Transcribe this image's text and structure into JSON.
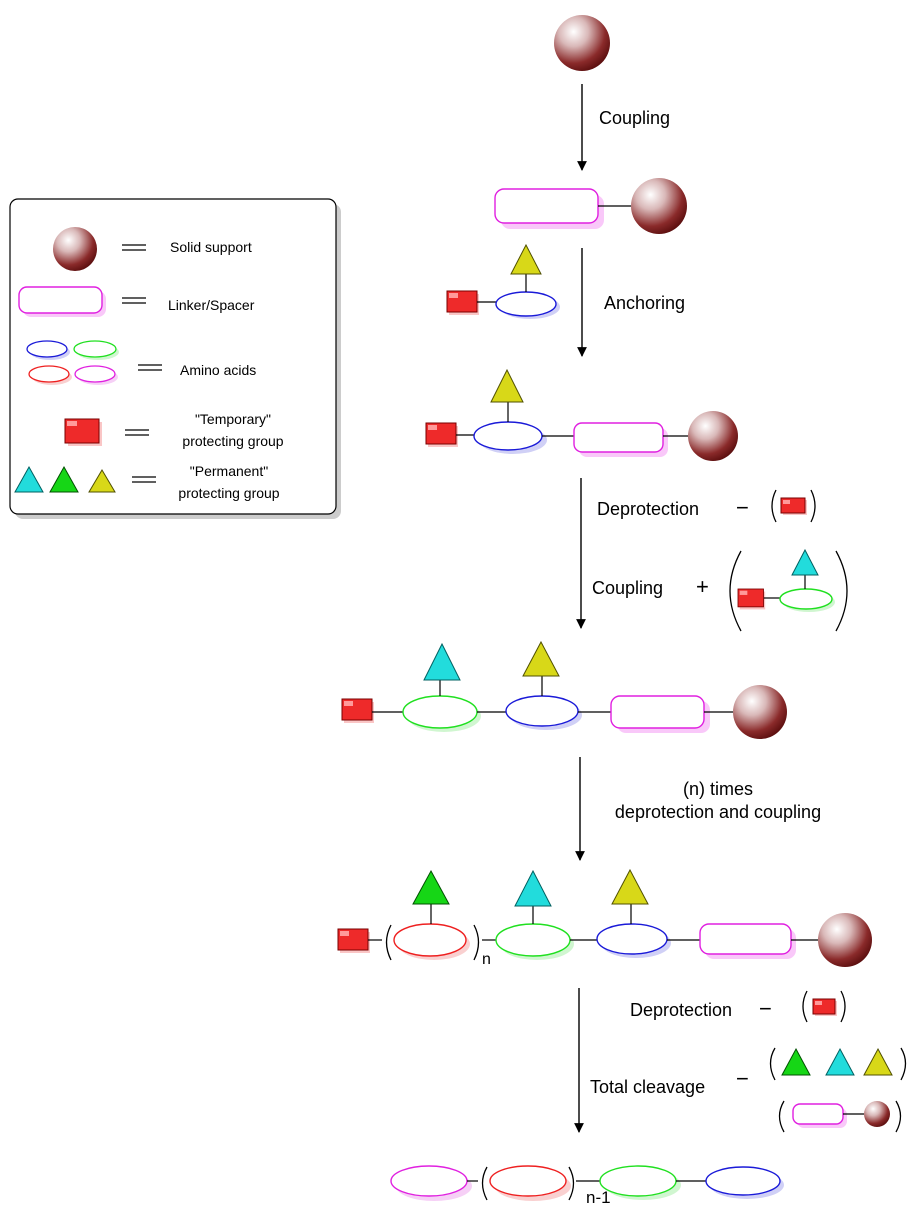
{
  "legend": {
    "solid_support": "Solid support",
    "linker": "Linker/Spacer",
    "amino_acids": "Amino acids",
    "temporary_line1": "\"Temporary\"",
    "temporary_line2": "protecting group",
    "permanent_line1": "\"Permanent\"",
    "permanent_line2": "protecting group"
  },
  "steps": {
    "coupling_1": "Coupling",
    "anchoring": "Anchoring",
    "deprotection_1": "Deprotection",
    "coupling_2": "Coupling",
    "repeat_line1": "(n) times",
    "repeat_line2": "deprotection and coupling",
    "deprotection_2": "Deprotection",
    "total_cleavage": "Total cleavage"
  },
  "subscripts": {
    "n": "n",
    "n_minus_1": "n-1"
  },
  "symbols": {
    "minus": "−",
    "plus": "+"
  },
  "colors": {
    "resin_dark": "#6b1414",
    "linker": "#e020e0",
    "aa_blue": "#1a1ad8",
    "aa_green": "#20e020",
    "aa_red": "#ee2020",
    "aa_magenta": "#e020e0",
    "temp_pg": "#ee2a2a",
    "perm_cyan": "#22dcdc",
    "perm_green": "#16d616",
    "perm_yellow": "#d8d818"
  }
}
